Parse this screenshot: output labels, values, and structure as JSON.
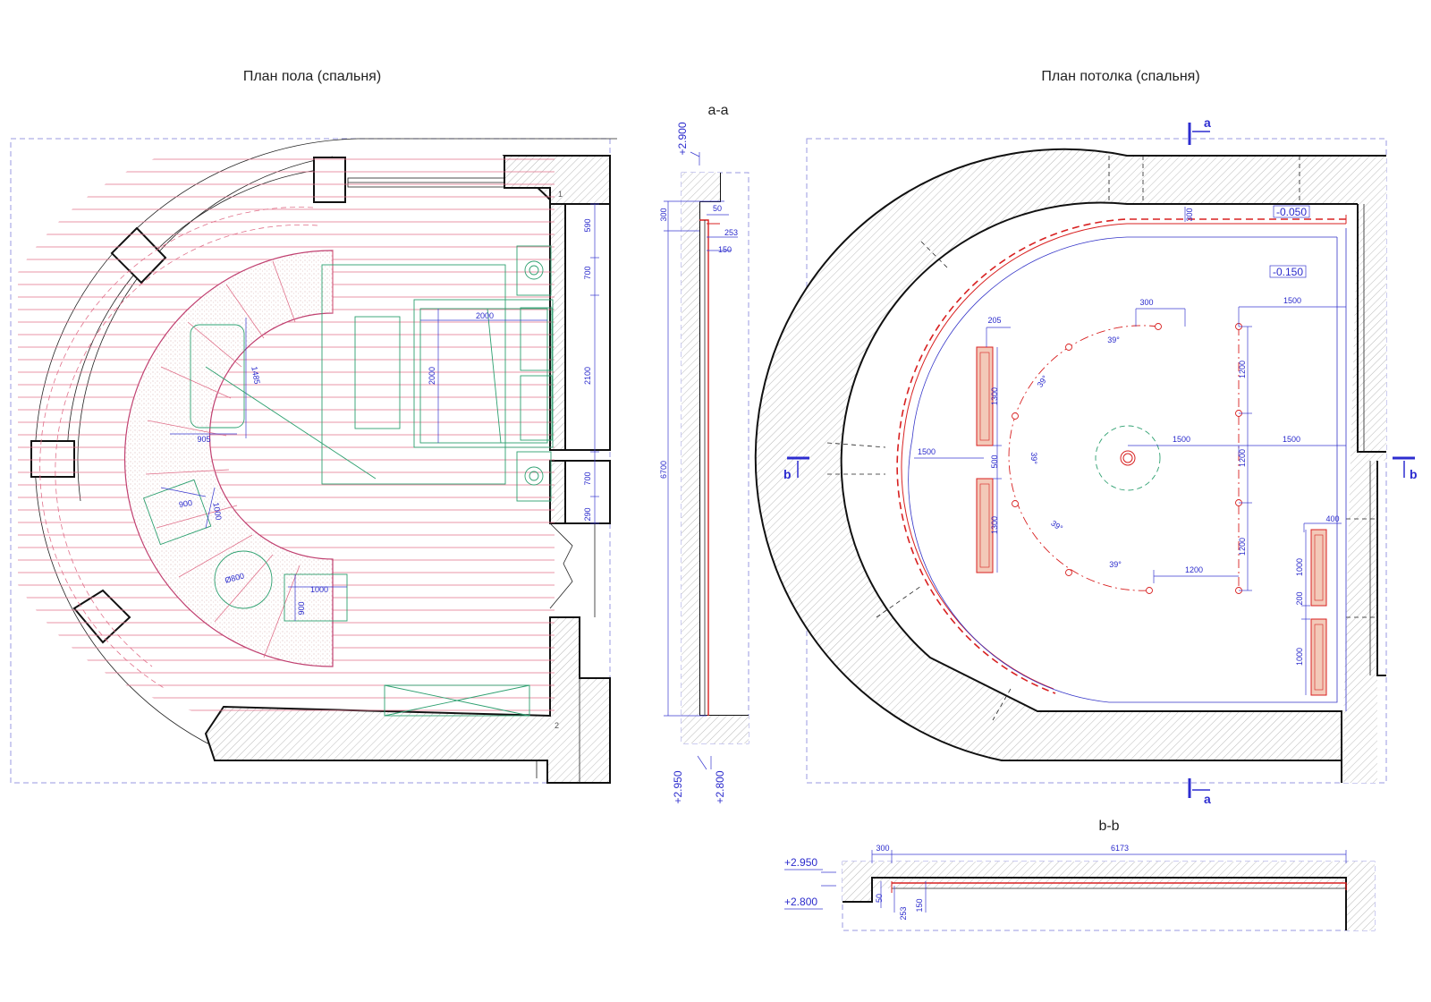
{
  "titles": {
    "floor_plan": "План пола (спальня)",
    "ceiling_plan": "План потолка (спальня)",
    "section_aa": "a-a",
    "section_bb": "b-b"
  },
  "section_marks": {
    "a": "a",
    "b": "b"
  },
  "levels": {
    "aa_top": "+2.900",
    "aa_bottom_1": "+2.950",
    "aa_bottom_2": "+2.800",
    "bb_1": "+2.950",
    "bb_2": "+2.800",
    "ceiling_1": "-0.050",
    "ceiling_2": "-0.150"
  },
  "floor_dims": {
    "d590": "590",
    "d700a": "700",
    "d2100": "2100",
    "d700b": "700",
    "d290": "290",
    "d2000w": "2000",
    "d2000h": "2000",
    "d1485": "1485",
    "d905": "905",
    "d900a": "900",
    "d1000a": "1000",
    "d800": "Ø800",
    "d1000b": "1000",
    "d900b": "900",
    "n1": "1",
    "n2": "2"
  },
  "aa_dims": {
    "d300": "300",
    "d50": "50",
    "d253": "253",
    "d150": "150",
    "d6700": "6700"
  },
  "ceiling_dims": {
    "d300top": "300",
    "d300": "300",
    "d1500a": "1500",
    "d205": "205",
    "d1300a": "1300",
    "d500": "500",
    "d1300b": "1300",
    "d1500left": "1500",
    "d1500mid": "1500",
    "d1500right": "1500",
    "d1200a": "1200",
    "d1200b": "1200",
    "d1200c": "1200",
    "d1200bottom": "1200",
    "d400": "400",
    "d1000a": "1000",
    "d200": "200",
    "d1000b": "1000",
    "ang1": "39°",
    "ang2": "39°",
    "ang3": "39°",
    "ang4": "39°",
    "ang5": "39°"
  },
  "bb_dims": {
    "d300": "300",
    "d6173": "6173",
    "d50": "50",
    "d253": "253",
    "d150": "150"
  },
  "colors": {
    "dimension": "#2a2acc",
    "floor_lines": "#e0708a",
    "furniture": "#2ea070",
    "lighting": "#d82020"
  }
}
